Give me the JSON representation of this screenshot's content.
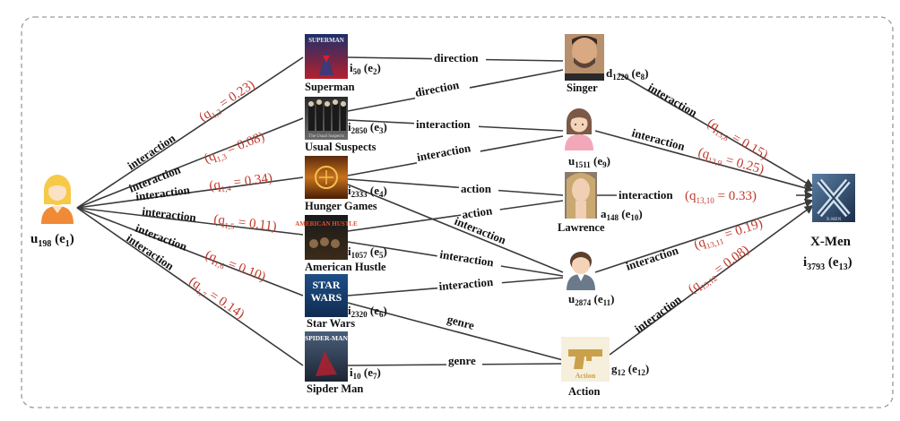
{
  "nodes": {
    "user198": {
      "id_base": "u",
      "id_sub": "198",
      "e_sub": "1"
    },
    "superman": {
      "name": "Superman",
      "id_base": "i",
      "id_sub": "50",
      "e_sub": "2"
    },
    "usual": {
      "name": "Usual Suspects",
      "id_base": "i",
      "id_sub": "2850",
      "e_sub": "3"
    },
    "hunger": {
      "name": "Hunger Games",
      "id_base": "i",
      "id_sub": "2333",
      "e_sub": "4"
    },
    "american": {
      "name": "American Hustle",
      "id_base": "i",
      "id_sub": "1057",
      "e_sub": "5"
    },
    "starwars": {
      "name": "Star Wars",
      "id_base": "i",
      "id_sub": "2320",
      "e_sub": "6"
    },
    "spider": {
      "name": "Sipder Man",
      "id_base": "i",
      "id_sub": "10",
      "e_sub": "7"
    },
    "singer": {
      "name": "Singer",
      "id_base": "d",
      "id_sub": "1220",
      "e_sub": "8"
    },
    "user1511": {
      "id_base": "u",
      "id_sub": "1511",
      "e_sub": "9"
    },
    "lawrence": {
      "name": "Lawrence",
      "id_base": "a",
      "id_sub": "148",
      "e_sub": "10"
    },
    "user2874": {
      "id_base": "u",
      "id_sub": "2874",
      "e_sub": "11"
    },
    "action": {
      "name": "Action",
      "id_base": "g",
      "id_sub": "12",
      "e_sub": "12"
    },
    "xmen": {
      "name": "X-Men",
      "id_base": "i",
      "id_sub": "3793",
      "e_sub": "13"
    }
  },
  "edge_labels": {
    "interaction": "interaction",
    "direction": "direction",
    "action": "action",
    "genre": "genre"
  },
  "q_left": [
    {
      "sub": "1,2",
      "value": "0.23"
    },
    {
      "sub": "1,3",
      "value": "0.08"
    },
    {
      "sub": "1,4",
      "value": "0.34"
    },
    {
      "sub": "1,5",
      "value": "0.11"
    },
    {
      "sub": "1,6",
      "value": "0.10"
    },
    {
      "sub": "1,7",
      "value": "0.14"
    }
  ],
  "q_right": [
    {
      "sub": "13,8",
      "value": "0.15"
    },
    {
      "sub": "13,9",
      "value": "0.25"
    },
    {
      "sub": "13,10",
      "value": "0.33"
    },
    {
      "sub": "13,11",
      "value": "0.19"
    },
    {
      "sub": "13,12",
      "value": "0.08"
    }
  ],
  "poster_text": {
    "superman": "SUPERMAN",
    "usual": "The Usual Suspects",
    "american": "AMERICAN HUSTLE",
    "starwars_1": "STAR",
    "starwars_2": "WARS",
    "spider": "SPIDER-MAN",
    "action": "Action",
    "xmen": "X-MEN"
  },
  "colors": {
    "red": "#c0392b",
    "edge": "#3a3a3a",
    "frame": "#9a9a9a",
    "user_orange": "#f08a36",
    "user_yellow": "#f7c948"
  }
}
